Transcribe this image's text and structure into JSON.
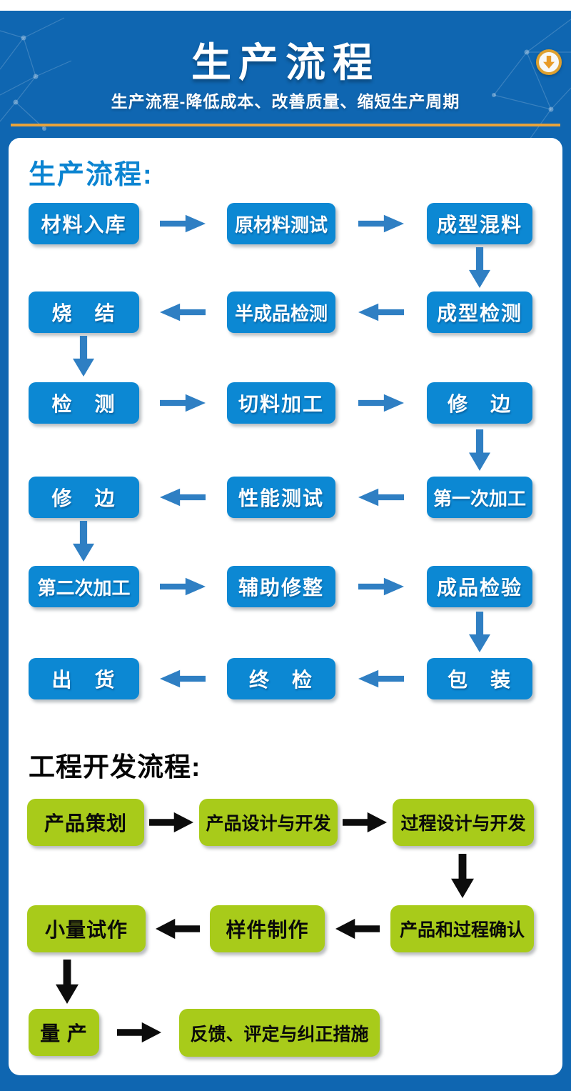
{
  "header": {
    "title": "生产流程",
    "subtitle": "生产流程-降低成本、改善质量、缩短生产周期",
    "scroll_icon": "down-arrow-icon"
  },
  "colors": {
    "page_background": "#0f66b1",
    "production_box": "#0c88d3",
    "production_arrow": "#2f7fc3",
    "production_heading": "#0b84d1",
    "engineering_box": "#a8cb1a",
    "engineering_arrow": "#0c0c0c",
    "gold_accent": "#e8a33c"
  },
  "production_flow": {
    "heading": "生产流程:",
    "rows": [
      {
        "direction": "right",
        "cells": [
          "材料入库",
          "原材料测试",
          "成型混料"
        ]
      },
      {
        "direction": "left",
        "cells": [
          "烧　结",
          "半成品检测",
          "成型检测"
        ]
      },
      {
        "direction": "right",
        "cells": [
          "检　测",
          "切料加工",
          "修　边"
        ]
      },
      {
        "direction": "left",
        "cells": [
          "修　边",
          "性能测试",
          "第一次加工"
        ]
      },
      {
        "direction": "right",
        "cells": [
          "第二次加工",
          "辅助修整",
          "成品检验"
        ]
      },
      {
        "direction": "left",
        "cells": [
          "出　货",
          "终　检",
          "包　装"
        ]
      }
    ]
  },
  "engineering_flow": {
    "heading": "工程开发流程:",
    "rows": [
      {
        "direction": "right",
        "cells": [
          "产品策划",
          "产品设计与开发",
          "过程设计与开发"
        ]
      },
      {
        "direction": "left",
        "cells": [
          "小量试作",
          "样件制作",
          "产品和过程确认"
        ]
      },
      {
        "direction": "right",
        "cells": [
          "量 产",
          "反馈、评定与纠正措施"
        ]
      }
    ]
  }
}
